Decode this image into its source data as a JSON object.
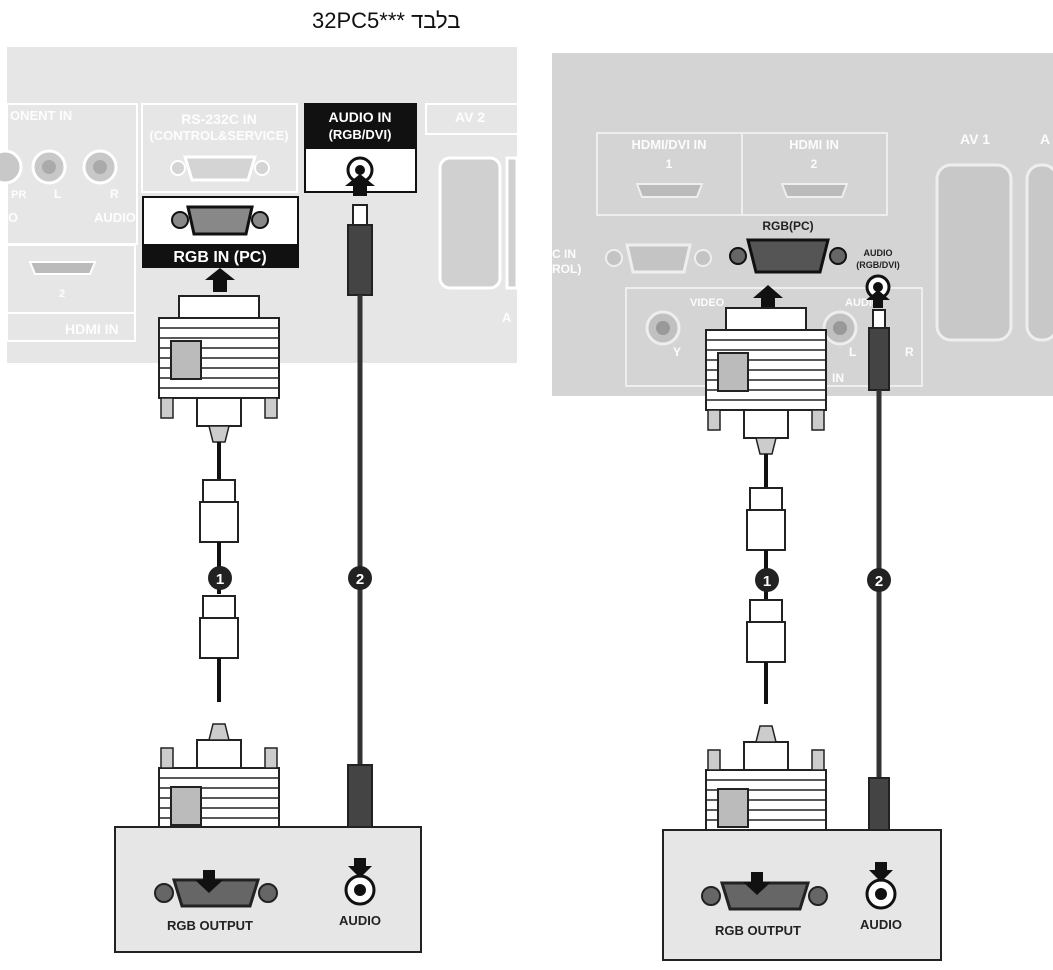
{
  "caption": "32PC5*** בלבד",
  "left": {
    "panel_labels": {
      "component_in": "ONENT IN",
      "rs232c": "RS-232C IN",
      "rs232c_sub": "(CONTROL&SERVICE)",
      "audio_in": "AUDIO IN",
      "audio_in_sub": "(RGB/DVI)",
      "av2": "AV 2",
      "pr": "PR",
      "l": "L",
      "r": "R",
      "audio": "AUDIO",
      "rgb_in": "RGB IN (PC)",
      "hdmi_num": "2",
      "hdmi_in": "HDMI IN",
      "av_partial": "A",
      "o_partial": "O"
    },
    "source": {
      "rgb_output": "RGB OUTPUT",
      "audio": "AUDIO"
    },
    "step_1": "1",
    "step_2": "2"
  },
  "right": {
    "panel_labels": {
      "hdmi_dvi_in": "HDMI/DVI IN",
      "hdmi_dvi_num": "1",
      "hdmi_in": "HDMI IN",
      "hdmi_num": "2",
      "av1": "AV 1",
      "av_partial": "A",
      "rgb_pc": "RGB(PC)",
      "audio": "AUDIO",
      "audio_sub": "(RGB/DVI)",
      "c_in": "C IN",
      "rol": "ROL)",
      "video": "VIDEO",
      "audio_small": "AUDIO",
      "y": "Y",
      "l": "L",
      "r": "R",
      "in": "IN"
    },
    "source": {
      "rgb_output": "RGB OUTPUT",
      "audio": "AUDIO"
    },
    "step_1": "1",
    "step_2": "2"
  }
}
